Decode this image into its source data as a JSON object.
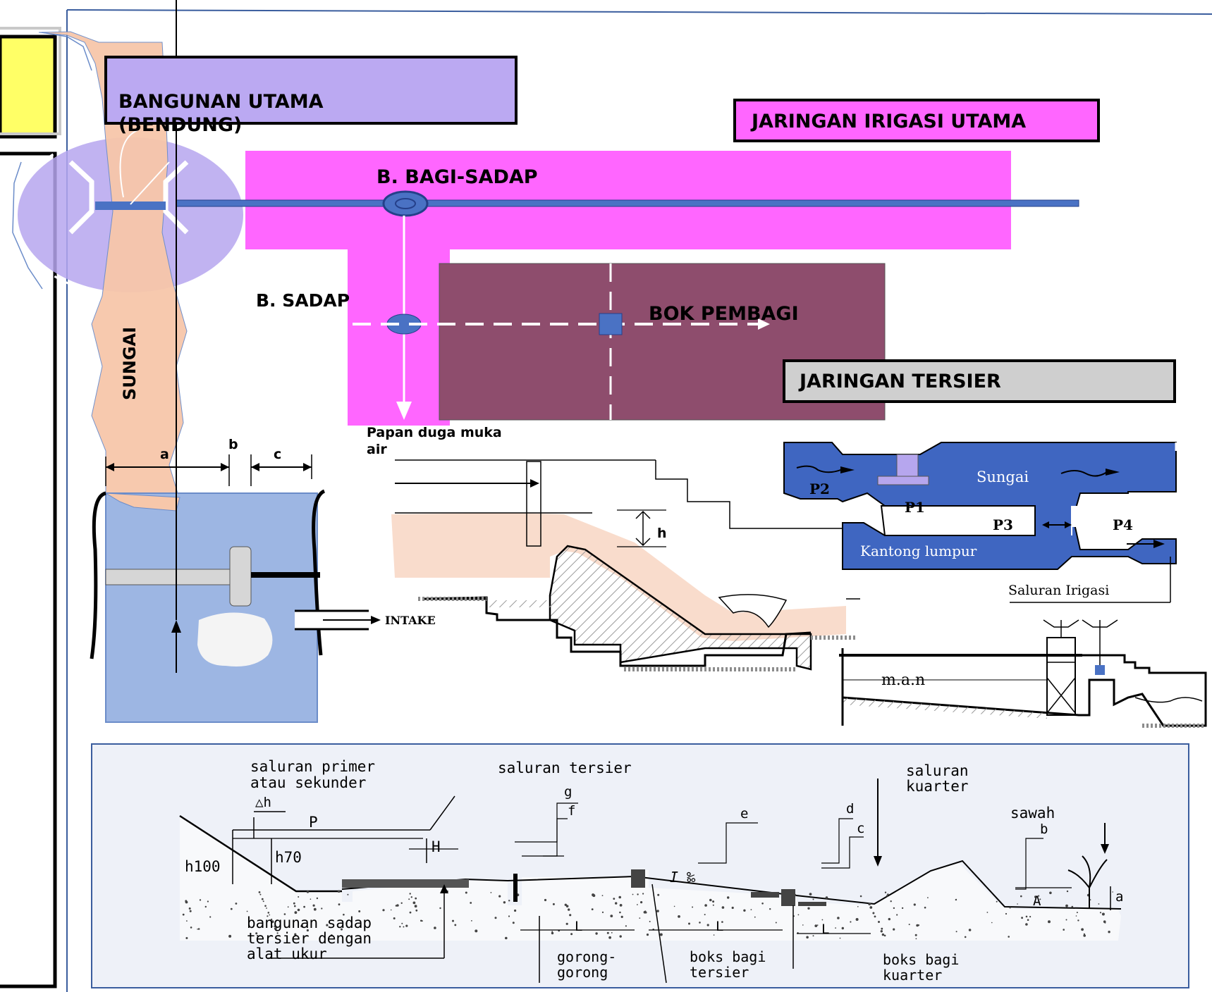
{
  "labels": {
    "bangunan_utama": "BANGUNAN UTAMA\n(BENDUNG)",
    "jaringan_irigasi_utama": "JARINGAN IRIGASI UTAMA",
    "b_bagi_sadap": "B. BAGI-SADAP",
    "b_sadap": "B. SADAP",
    "bok_pembagi": "BOK PEMBAGI",
    "jaringan_tersier": "JARINGAN TERSIER",
    "sungai": "SUNGAI",
    "papan_duga": "Papan duga muka\nair",
    "intake": "INTAKE",
    "dim_a": "a",
    "dim_b": "b",
    "dim_c": "c",
    "dim_h": "h"
  },
  "kantong_lumpur": {
    "sungai": "Sungai",
    "p1": "P1",
    "p2": "P2",
    "p3": "P3",
    "p4": "P4",
    "kantong": "Kantong lumpur",
    "saluran_irigasi": "Saluran Irigasi",
    "man": "m.a.n"
  },
  "cross_section": {
    "saluran_primer": "saluran primer",
    "atau_sekunder": "atau sekunder",
    "saluran_tersier": "saluran tersier",
    "saluran": "saluran",
    "kuarter": "kuarter",
    "sawah": "sawah",
    "dh": "△h",
    "P": "P",
    "h70": "h70",
    "h100": "h100",
    "H": "H",
    "g": "g",
    "f": "f",
    "e": "e",
    "d": "d",
    "c": "c",
    "b": "b",
    "a": "a",
    "A": "A",
    "I": "I ‰",
    "L1": "L",
    "L2": "L",
    "L3": "L",
    "bangunan_sadap_1": "bangunan sadap",
    "bangunan_sadap_2": "tersier dengan",
    "bangunan_sadap_3": "alat ukur",
    "gorong_1": "gorong-",
    "gorong_2": "gorong",
    "boks_tersier_1": "boks bagi",
    "boks_tersier_2": "tersier",
    "boks_kuarter_1": "boks bagi",
    "boks_kuarter_2": "kuarter"
  },
  "colors": {
    "purple_box": "#bba9f2",
    "magenta": "#ff66ff",
    "maroon": "#8e4d6d",
    "blue_channel": "#4a72c4",
    "water_blue": "#3f66c1",
    "river": "#f7c7aa",
    "yellow": "#ffff66",
    "gray_box": "#cfcfcf"
  }
}
